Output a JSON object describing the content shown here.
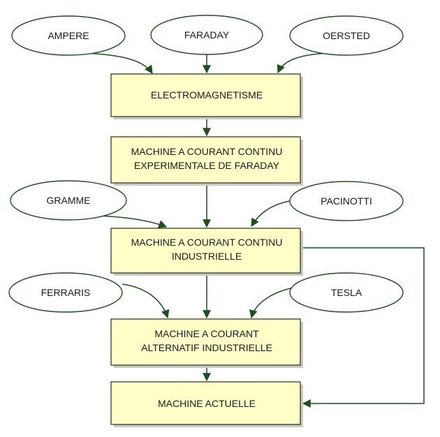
{
  "persons": {
    "ampere": "AMPERE",
    "faraday": "FARADAY",
    "oersted": "OERSTED",
    "gramme": "GRAMME",
    "pacinotti": "PACINOTTI",
    "ferraris": "FERRARIS",
    "tesla": "TESLA"
  },
  "steps": {
    "electromagnetisme": [
      "ELECTROMAGNETISME"
    ],
    "faraday_machine": [
      "MACHINE A COURANT CONTINU",
      "EXPERIMENTALE DE FARADAY"
    ],
    "dc_industrial": [
      "MACHINE A COURANT CONTINU",
      "INDUSTRIELLE"
    ],
    "ac_industrial": [
      "MACHINE A COURANT",
      "ALTERNATIF INDUSTRIELLE"
    ],
    "current": [
      "MACHINE ACTUELLE"
    ]
  },
  "colors": {
    "box_fill": "#ffffc8",
    "line": "#1f4f1f"
  }
}
